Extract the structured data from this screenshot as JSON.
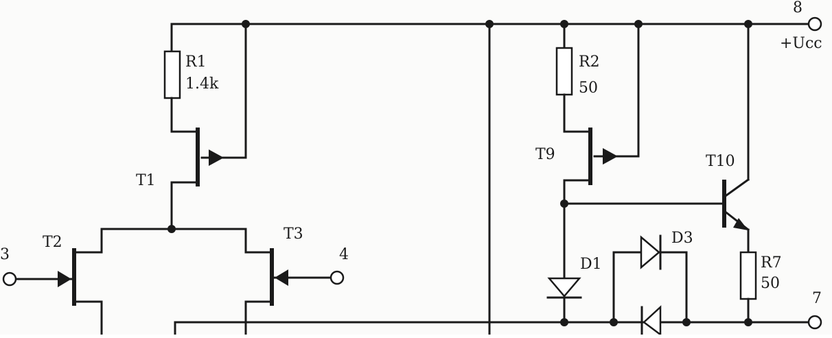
{
  "labels": {
    "pin8": "8",
    "vcc": "+Ucc",
    "pin7": "7",
    "pin3": "3",
    "pin4": "4",
    "r1_name": "R1",
    "r1_value": "1.4k",
    "r2_name": "R2",
    "r2_value": "50",
    "r7_name": "R7",
    "r7_value": "50",
    "t1": "T1",
    "t2": "T2",
    "t3": "T3",
    "t9": "T9",
    "t10": "T10",
    "d1": "D1",
    "d3": "D3"
  },
  "colors": {
    "ink": "#1a1a1a",
    "paper": "#fbfbfa"
  }
}
